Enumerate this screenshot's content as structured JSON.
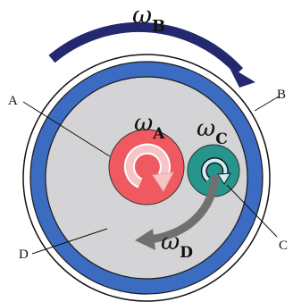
{
  "symbols": {
    "omega": "ω"
  },
  "rotations": {
    "B": {
      "subscript": "B"
    },
    "A": {
      "subscript": "A"
    },
    "C": {
      "subscript": "C"
    },
    "D": {
      "subscript": "D"
    }
  },
  "callouts": {
    "A": "A",
    "B": "B",
    "C": "C",
    "D": "D"
  },
  "colors": {
    "outer_blue": "#3b6cc2",
    "arrow_navy": "#24286e",
    "disk_gray": "#d4d4d6",
    "gear_a_red": "#ee5a60",
    "gear_a_arrow": "#f7c3c4",
    "gear_c_teal": "#26958c",
    "gear_c_arrow": "#cdeff6",
    "arc_gray": "#707070"
  }
}
